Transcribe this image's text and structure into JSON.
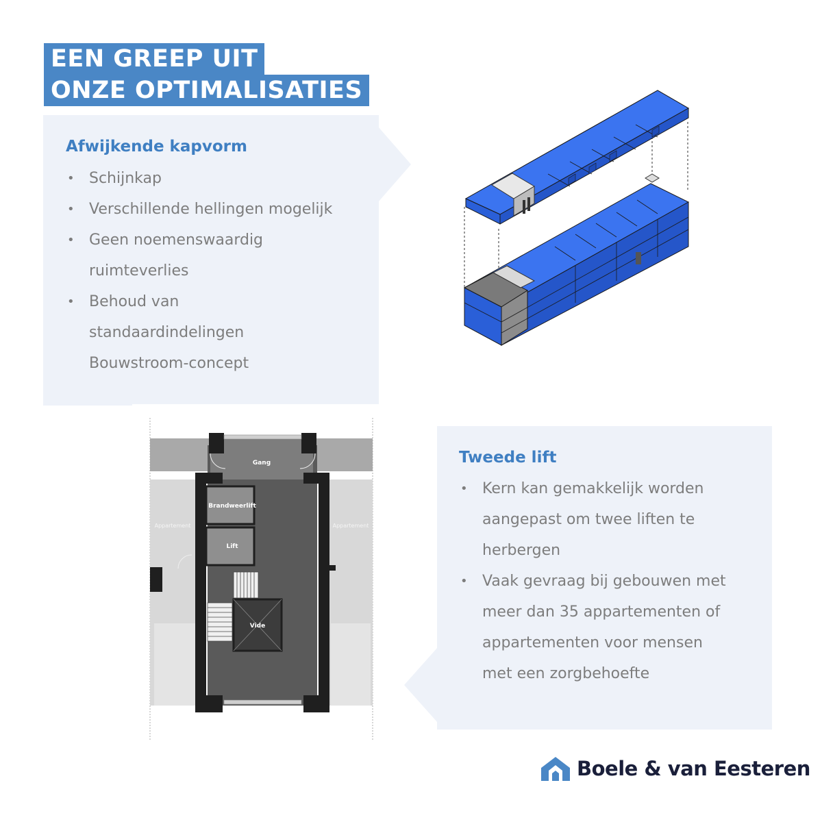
{
  "title": {
    "line1": "EEN GREEP UIT",
    "line2": "ONZE OPTIMALISATIES"
  },
  "panel1": {
    "heading": "Afwijkende kapvorm",
    "bullets": [
      {
        "bullet": "•",
        "text": "Schijnkap"
      },
      {
        "bullet": "•",
        "text": "Verschillende hellingen mogelijk"
      },
      {
        "bullet": "•",
        "text": "Geen noemenswaardig\nruimteverlies"
      },
      {
        "bullet": "•",
        "text": "Behoud van\nstandaardindelingen\nBouwstroom-concept"
      }
    ]
  },
  "panel2": {
    "heading": "Tweede lift",
    "bullets": [
      {
        "bullet": "•",
        "text": "Kern kan gemakkelijk worden\naangepast om twee liften te\nherbergen"
      },
      {
        "bullet": "•",
        "text": " Vaak gevraag bij gebouwen met\nmeer dan 35 appartementen of\nappartementen voor mensen\nmet een zorgbehoefte"
      }
    ]
  },
  "floorplan": {
    "labels": {
      "gang": "Gang",
      "brandweerlift": "Brandweerlift",
      "lift": "Lift",
      "vide": "Vide",
      "appartement_left": "Appartement",
      "appartement_right": "Appartement"
    }
  },
  "logo": {
    "text": "Boele & van Eesteren",
    "icon": "house-logo-icon"
  },
  "colors": {
    "accent_blue": "#4a87c6",
    "heading_blue": "#3f7fc2",
    "panel_bg": "#eef2f9",
    "model_blue": "#2f63e0",
    "text_gray": "#7d7d7d",
    "logo_dark": "#1a1f3a"
  }
}
